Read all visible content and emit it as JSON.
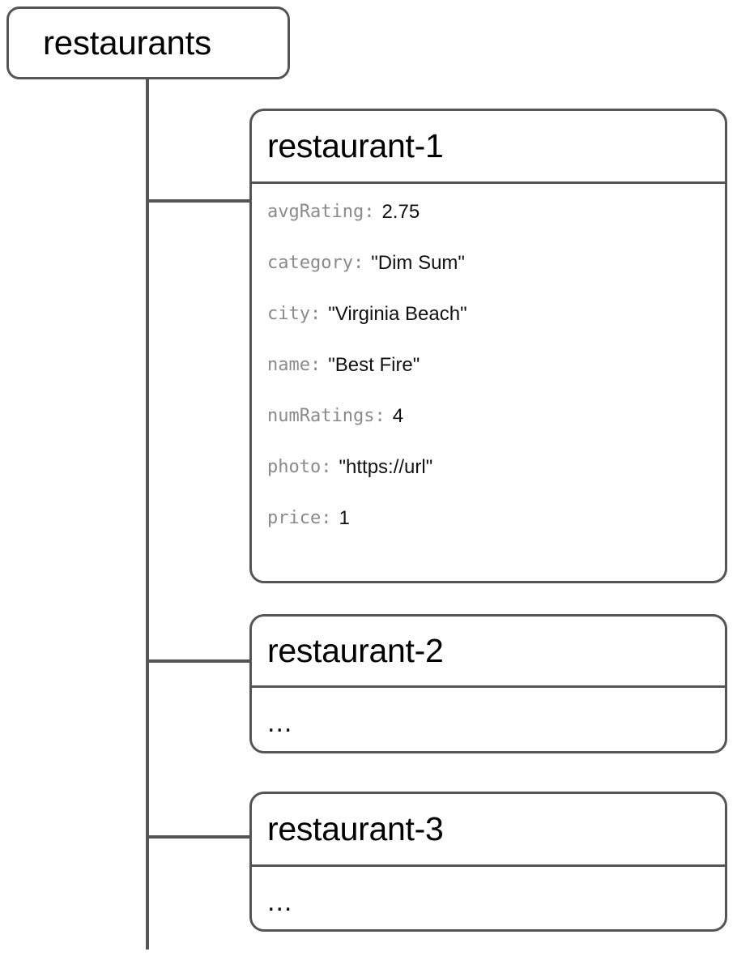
{
  "diagram": {
    "type": "firestore-collection-tree",
    "root": {
      "label": "restaurants",
      "kind": "collection"
    },
    "documents": [
      {
        "id": "restaurant-1",
        "expanded": true,
        "fields": [
          {
            "key": "avgRating:",
            "value": "2.75"
          },
          {
            "key": "category:",
            "value": "\"Dim Sum\""
          },
          {
            "key": "city:",
            "value": "\"Virginia Beach\""
          },
          {
            "key": "name:",
            "value": "\"Best Fire\""
          },
          {
            "key": "numRatings:",
            "value": "4"
          },
          {
            "key": "photo:",
            "value": "\"https://url\""
          },
          {
            "key": "price:",
            "value": "1"
          }
        ]
      },
      {
        "id": "restaurant-2",
        "expanded": false,
        "placeholder": "...",
        "fields": []
      },
      {
        "id": "restaurant-3",
        "expanded": false,
        "placeholder": "...",
        "fields": []
      }
    ],
    "colors": {
      "stroke": "#555555",
      "key_text": "#8a8a8a",
      "value_text": "#111111",
      "background": "#ffffff"
    }
  }
}
